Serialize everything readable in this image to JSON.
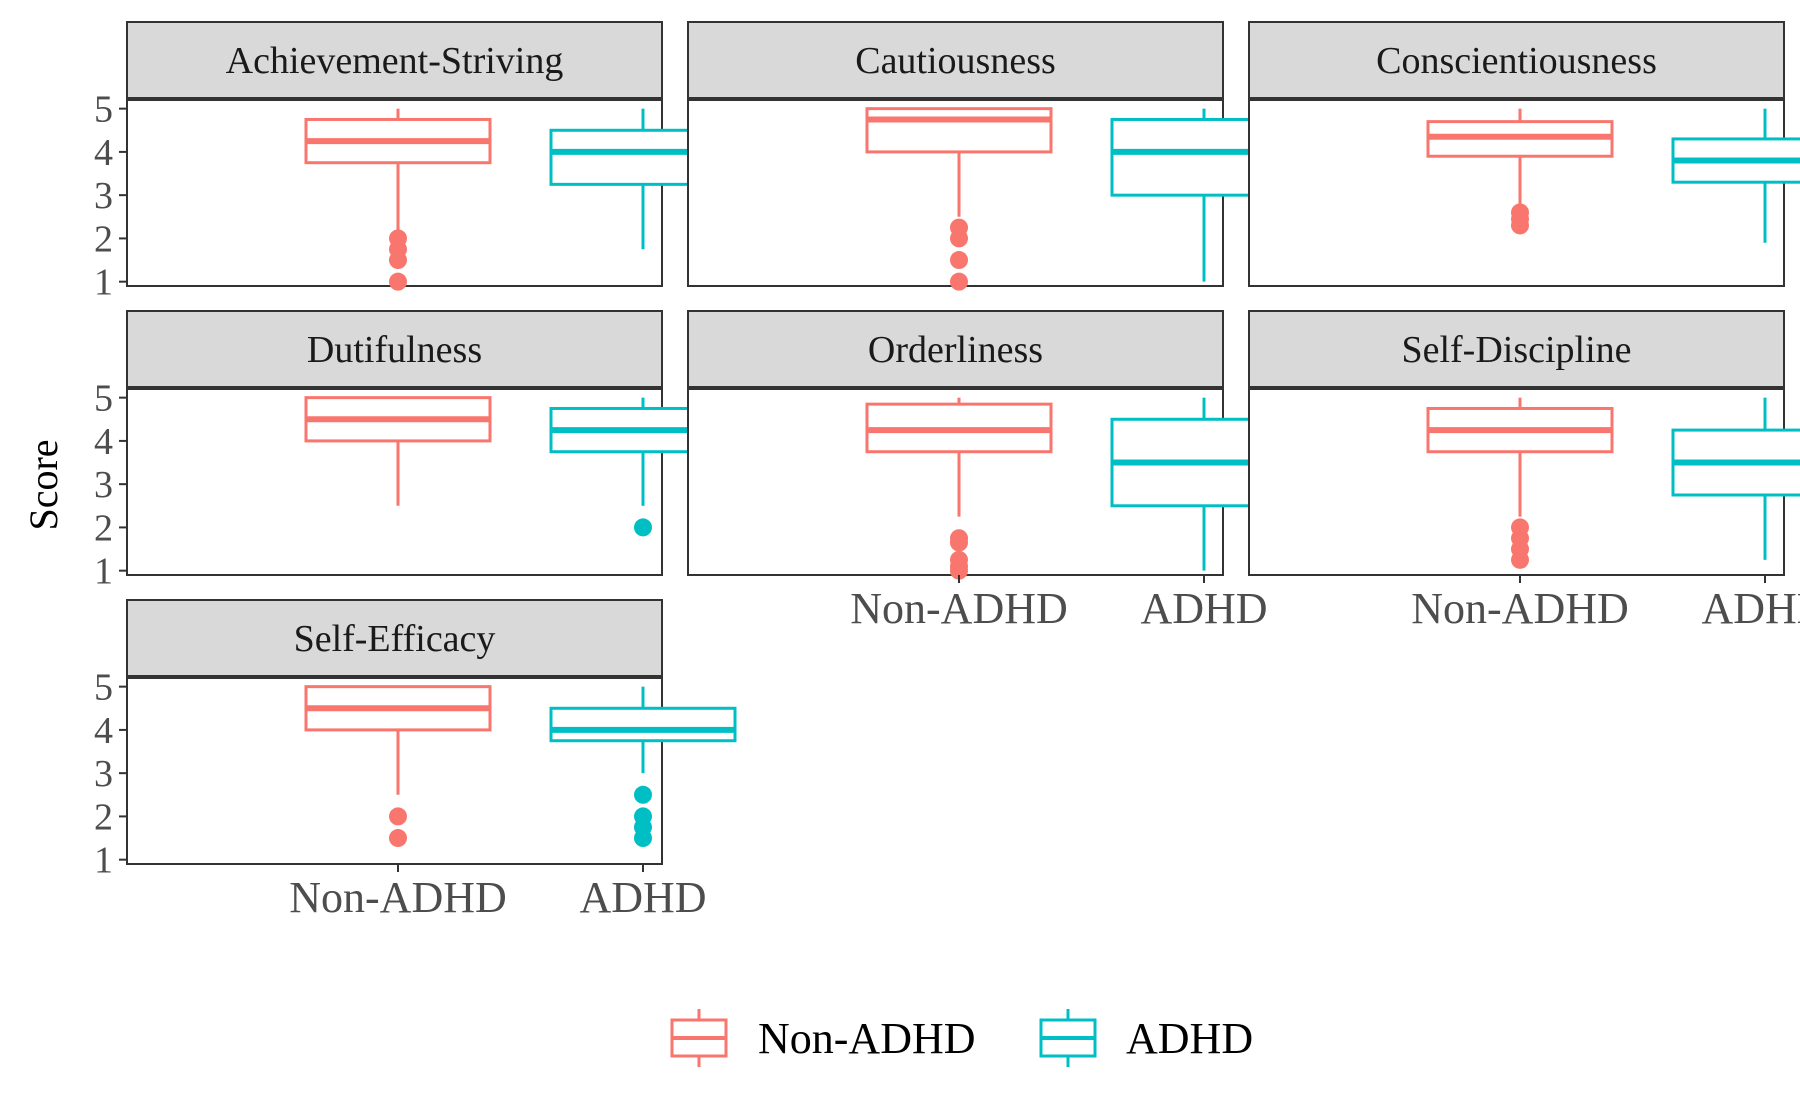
{
  "chart_data": {
    "type": "boxplot",
    "ylabel": "Score",
    "yticks": [
      1,
      2,
      3,
      4,
      5
    ],
    "ylim": [
      0.9,
      5.2
    ],
    "categories": [
      "Non-ADHD",
      "ADHD"
    ],
    "legend": {
      "position": "bottom",
      "entries": [
        {
          "name": "Non-ADHD",
          "color": "#F8766D"
        },
        {
          "name": "ADHD",
          "color": "#00BFC4"
        }
      ]
    },
    "panels": [
      {
        "title": "Achievement-Striving",
        "boxes": [
          {
            "group": "Non-ADHD",
            "lower": 2.0,
            "q1": 3.75,
            "median": 4.25,
            "q3": 4.75,
            "upper": 5.0,
            "outliers": [
              2.0,
              1.75,
              1.5,
              1.0
            ]
          },
          {
            "group": "ADHD",
            "lower": 1.75,
            "q1": 3.25,
            "median": 4.0,
            "q3": 4.5,
            "upper": 5.0,
            "outliers": []
          }
        ]
      },
      {
        "title": "Cautiousness",
        "boxes": [
          {
            "group": "Non-ADHD",
            "lower": 2.5,
            "q1": 4.0,
            "median": 4.75,
            "q3": 5.0,
            "upper": 5.0,
            "outliers": [
              2.25,
              2.0,
              1.5,
              1.0
            ]
          },
          {
            "group": "ADHD",
            "lower": 1.0,
            "q1": 3.0,
            "median": 4.0,
            "q3": 4.75,
            "upper": 5.0,
            "outliers": []
          }
        ]
      },
      {
        "title": "Conscientiousness",
        "boxes": [
          {
            "group": "Non-ADHD",
            "lower": 2.65,
            "q1": 3.9,
            "median": 4.35,
            "q3": 4.7,
            "upper": 5.0,
            "outliers": [
              2.6,
              2.45,
              2.3
            ]
          },
          {
            "group": "ADHD",
            "lower": 1.9,
            "q1": 3.3,
            "median": 3.8,
            "q3": 4.3,
            "upper": 5.0,
            "outliers": []
          }
        ]
      },
      {
        "title": "Dutifulness",
        "boxes": [
          {
            "group": "Non-ADHD",
            "lower": 2.5,
            "q1": 4.0,
            "median": 4.5,
            "q3": 5.0,
            "upper": 5.0,
            "outliers": []
          },
          {
            "group": "ADHD",
            "lower": 2.5,
            "q1": 3.75,
            "median": 4.25,
            "q3": 4.75,
            "upper": 5.0,
            "outliers": [
              2.0
            ]
          }
        ]
      },
      {
        "title": "Orderliness",
        "boxes": [
          {
            "group": "Non-ADHD",
            "lower": 2.25,
            "q1": 3.75,
            "median": 4.25,
            "q3": 4.85,
            "upper": 5.0,
            "outliers": [
              1.75,
              1.65,
              1.25,
              1.1,
              1.0
            ]
          },
          {
            "group": "ADHD",
            "lower": 1.0,
            "q1": 2.5,
            "median": 3.5,
            "q3": 4.5,
            "upper": 5.0,
            "outliers": []
          }
        ]
      },
      {
        "title": "Self-Discipline",
        "boxes": [
          {
            "group": "Non-ADHD",
            "lower": 2.25,
            "q1": 3.75,
            "median": 4.25,
            "q3": 4.75,
            "upper": 5.0,
            "outliers": [
              2.0,
              1.75,
              1.5,
              1.25
            ]
          },
          {
            "group": "ADHD",
            "lower": 1.25,
            "q1": 2.75,
            "median": 3.5,
            "q3": 4.25,
            "upper": 5.0,
            "outliers": []
          }
        ]
      },
      {
        "title": "Self-Efficacy",
        "boxes": [
          {
            "group": "Non-ADHD",
            "lower": 2.5,
            "q1": 4.0,
            "median": 4.5,
            "q3": 5.0,
            "upper": 5.0,
            "outliers": [
              2.0,
              1.5
            ]
          },
          {
            "group": "ADHD",
            "lower": 3.0,
            "q1": 3.75,
            "median": 4.0,
            "q3": 4.5,
            "upper": 5.0,
            "outliers": [
              2.5,
              2.0,
              1.75,
              1.5
            ]
          }
        ]
      }
    ]
  }
}
